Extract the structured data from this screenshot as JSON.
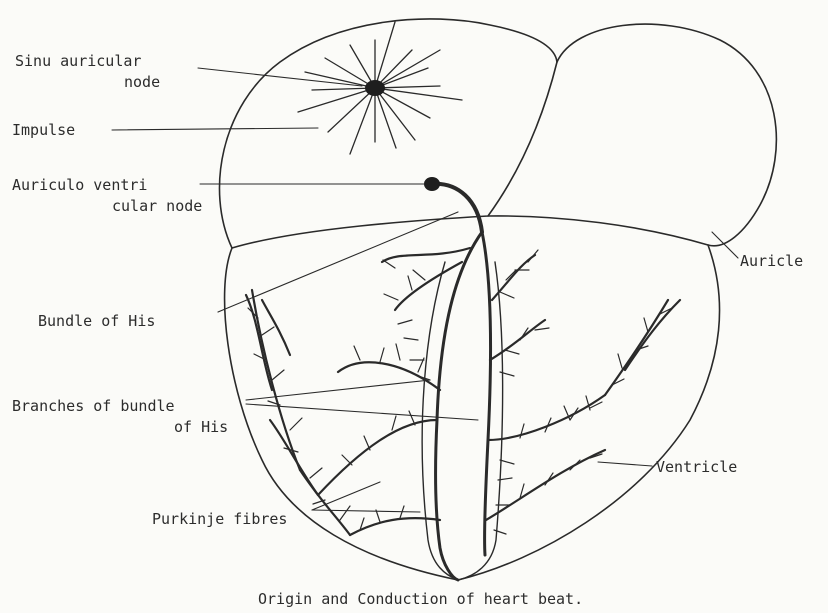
{
  "labels": {
    "sa_node_1": "Sinu auricular",
    "sa_node_2": "node",
    "impulse": "Impulse",
    "av_node_1": "Auriculo ventri",
    "av_node_2": "cular node",
    "bundle": "Bundle of His",
    "branches_1": "Branches of bundle",
    "branches_2": "of His",
    "purkinje": "Purkinje fibres",
    "auricle": "Auricle",
    "ventricle": "Ventricle"
  },
  "caption": "Origin and Conduction of heart beat."
}
